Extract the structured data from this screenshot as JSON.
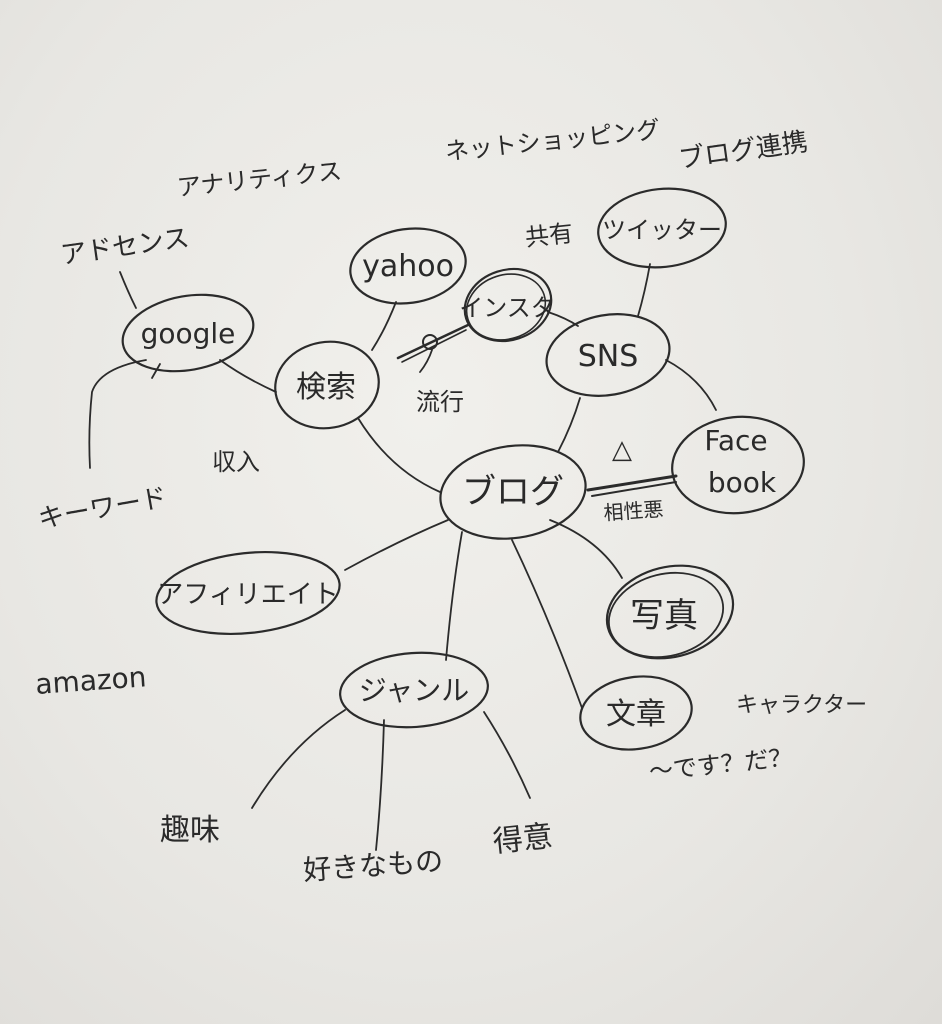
{
  "nodes": {
    "blog": "ブログ",
    "search": "検索",
    "yahoo": "yahoo",
    "google": "google",
    "insta": "インスタ",
    "sns": "SNS",
    "twitter": "ツイッター",
    "facebook_1": "Face",
    "facebook_2": "book",
    "affiliate": "アフィリエイト",
    "genre": "ジャンル",
    "photo": "写真",
    "text": "文章"
  },
  "labels": {
    "adsense": "アドセンス",
    "analytics": "アナリティクス",
    "net_shopping": "ネットショッピング",
    "blog_link": "ブログ連携",
    "share": "共有",
    "trend": "流行",
    "income": "収入",
    "keyword": "キーワード",
    "amazon": "amazon",
    "triangle": "△",
    "compatibility": "相性悪",
    "character": "キャラクター",
    "desu_da": "〜です？だ？",
    "hobby": "趣味",
    "favorites": "好きなもの",
    "specialty": "得意"
  },
  "colors": {
    "ink": "#2b2b2b",
    "paper": "#eeede9"
  }
}
